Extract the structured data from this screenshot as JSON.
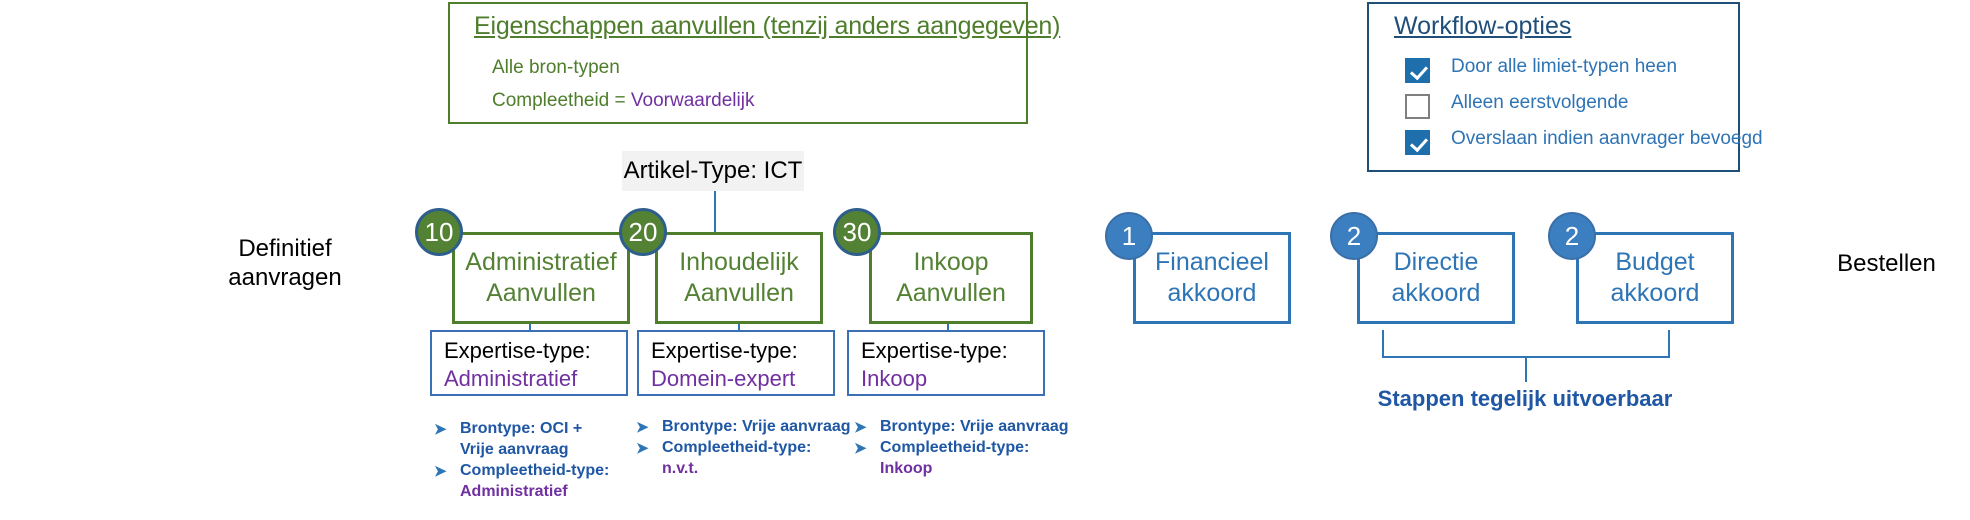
{
  "legend": {
    "title": "Eigenschappen aanvullen (tenzij anders aangegeven)",
    "line1": "Alle bron-typen",
    "line2_label": "Compleetheid  = ",
    "line2_value": "Voorwaardelijk",
    "border_color": "#4E7D2B",
    "text_color": "#4E7D2B",
    "value_color": "#7030A0"
  },
  "workflow": {
    "title": "Workflow-opties",
    "border_color": "#1F4E79",
    "accent_color": "#1F6FAD",
    "label_color": "#2E74B5",
    "options": [
      {
        "label": "Door alle limiet-typen heen",
        "checked": true
      },
      {
        "label": "Alleen  eerstvolgende",
        "checked": false
      },
      {
        "label": "Overslaan indien aanvrager bevoegd",
        "checked": true
      }
    ]
  },
  "artikel_type": {
    "label": "Artikel-Type: ICT",
    "background": "#F2F2F2"
  },
  "start_node": {
    "label_line1": "Definitief",
    "label_line2": "aanvragen"
  },
  "end_node": {
    "label": "Bestellen"
  },
  "green_steps": [
    {
      "badge": "10",
      "line1": "Administratief",
      "line2": "Aanvullen"
    },
    {
      "badge": "20",
      "line1": "Inhoudelijk",
      "line2": "Aanvullen"
    },
    {
      "badge": "30",
      "line1": "Inkoop",
      "line2": "Aanvullen"
    }
  ],
  "green_colors": {
    "border": "#4E7D2B",
    "text": "#548235",
    "badge_fill": "#548235",
    "badge_ring": "#2E5E8C"
  },
  "expertise": [
    {
      "label": "Expertise-type:",
      "value": "Administratief"
    },
    {
      "label": "Expertise-type:",
      "value": "Domein-expert"
    },
    {
      "label": "Expertise-type:",
      "value": "Inkoop"
    }
  ],
  "expertise_colors": {
    "border": "#3B6FB6",
    "label": "#000000",
    "value": "#7030A0"
  },
  "bullets": [
    {
      "lines": [
        {
          "arrow": true,
          "text": "Brontype: OCI +",
          "purple": ""
        },
        {
          "arrow": false,
          "text": "Vrije aanvraag",
          "purple": ""
        },
        {
          "arrow": true,
          "text": "Compleetheid-type:",
          "purple": ""
        },
        {
          "arrow": false,
          "text": "",
          "purple": "Administratief"
        }
      ]
    },
    {
      "lines": [
        {
          "arrow": true,
          "text": "Brontype: Vrije aanvraag",
          "purple": ""
        },
        {
          "arrow": true,
          "text": "Compleetheid-type:",
          "purple": ""
        },
        {
          "arrow": false,
          "text": "",
          "purple": "n.v.t."
        }
      ]
    },
    {
      "lines": [
        {
          "arrow": true,
          "text": "Brontype: Vrije aanvraag",
          "purple": ""
        },
        {
          "arrow": true,
          "text": "Compleetheid-type:",
          "purple": ""
        },
        {
          "arrow": false,
          "text": "",
          "purple": "Inkoop"
        }
      ]
    }
  ],
  "bullet_colors": {
    "text": "#1F57A4",
    "arrow": "#2E75B6",
    "value": "#7030A0"
  },
  "approvals": [
    {
      "badge": "1",
      "line1": "Financieel",
      "line2": "akkoord"
    },
    {
      "badge": "2",
      "line1": "Directie",
      "line2": "akkoord"
    },
    {
      "badge": "2",
      "line1": "Budget",
      "line2": "akkoord"
    }
  ],
  "approval_colors": {
    "border": "#2E75B6",
    "text": "#2E75B6",
    "badge_fill": "#3C7FC0"
  },
  "bracket": {
    "label": "Stappen tegelijk uitvoerbaar",
    "color": "#1F57A4"
  },
  "glyphs": {
    "bullet_arrow": "➤"
  }
}
